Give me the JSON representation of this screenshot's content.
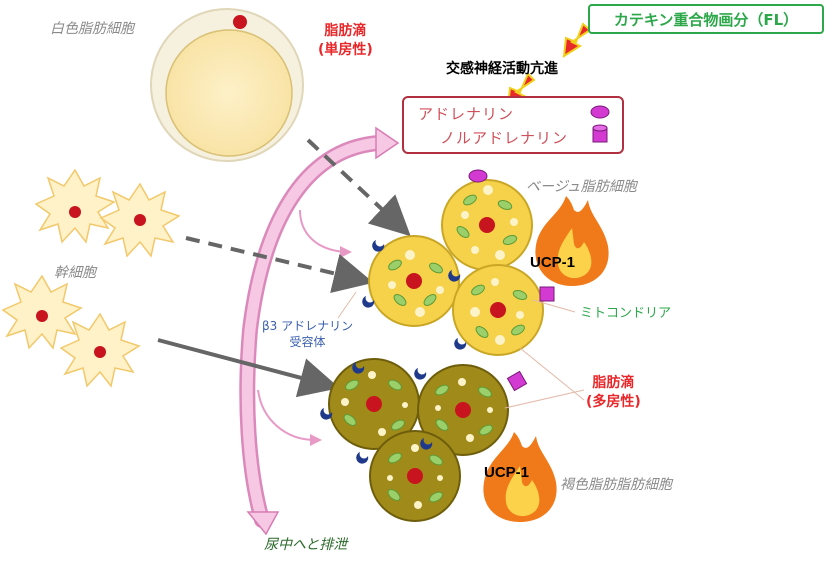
{
  "labels": {
    "catechin_box": "カテキン重合物画分（FL）",
    "sympathetic": "交感神経活動亢進",
    "adrenaline": "アドレナリン",
    "noradrenaline": "ノルアドレナリン",
    "white_fat_cell": "白色脂肪細胞",
    "lipid_droplet_single": [
      "脂肪滴",
      "(単房性)"
    ],
    "beige_fat_cell": "ベージュ脂肪細胞",
    "stem_cell": "幹細胞",
    "ucp1_top": "UCP-1",
    "ucp1_bottom": "UCP-1",
    "mitochondria": "ミトコンドリア",
    "beta3_receptor": [
      "β3 アドレナリン",
      "受容体"
    ],
    "lipid_droplet_multi": [
      "脂肪滴",
      "(多房性)"
    ],
    "brown_fat_cell": "褐色脂肪脂肪細胞",
    "excretion": "尿中へと排泄"
  },
  "colors": {
    "green_label": "#2ca84a",
    "red_label": "#e8282a",
    "arrow_gray": "#777777",
    "beige_cell": "#f5d24a",
    "brown_cell": "#a08a1a",
    "pink_arrow": "#f0b4d8",
    "receptor": "#1f3a8a",
    "flame": "#f07a1a"
  },
  "icons": {
    "adrenaline_icon": "magenta-oval",
    "noradrenaline_icon": "magenta-cylinder",
    "flame_icon": "fire"
  }
}
